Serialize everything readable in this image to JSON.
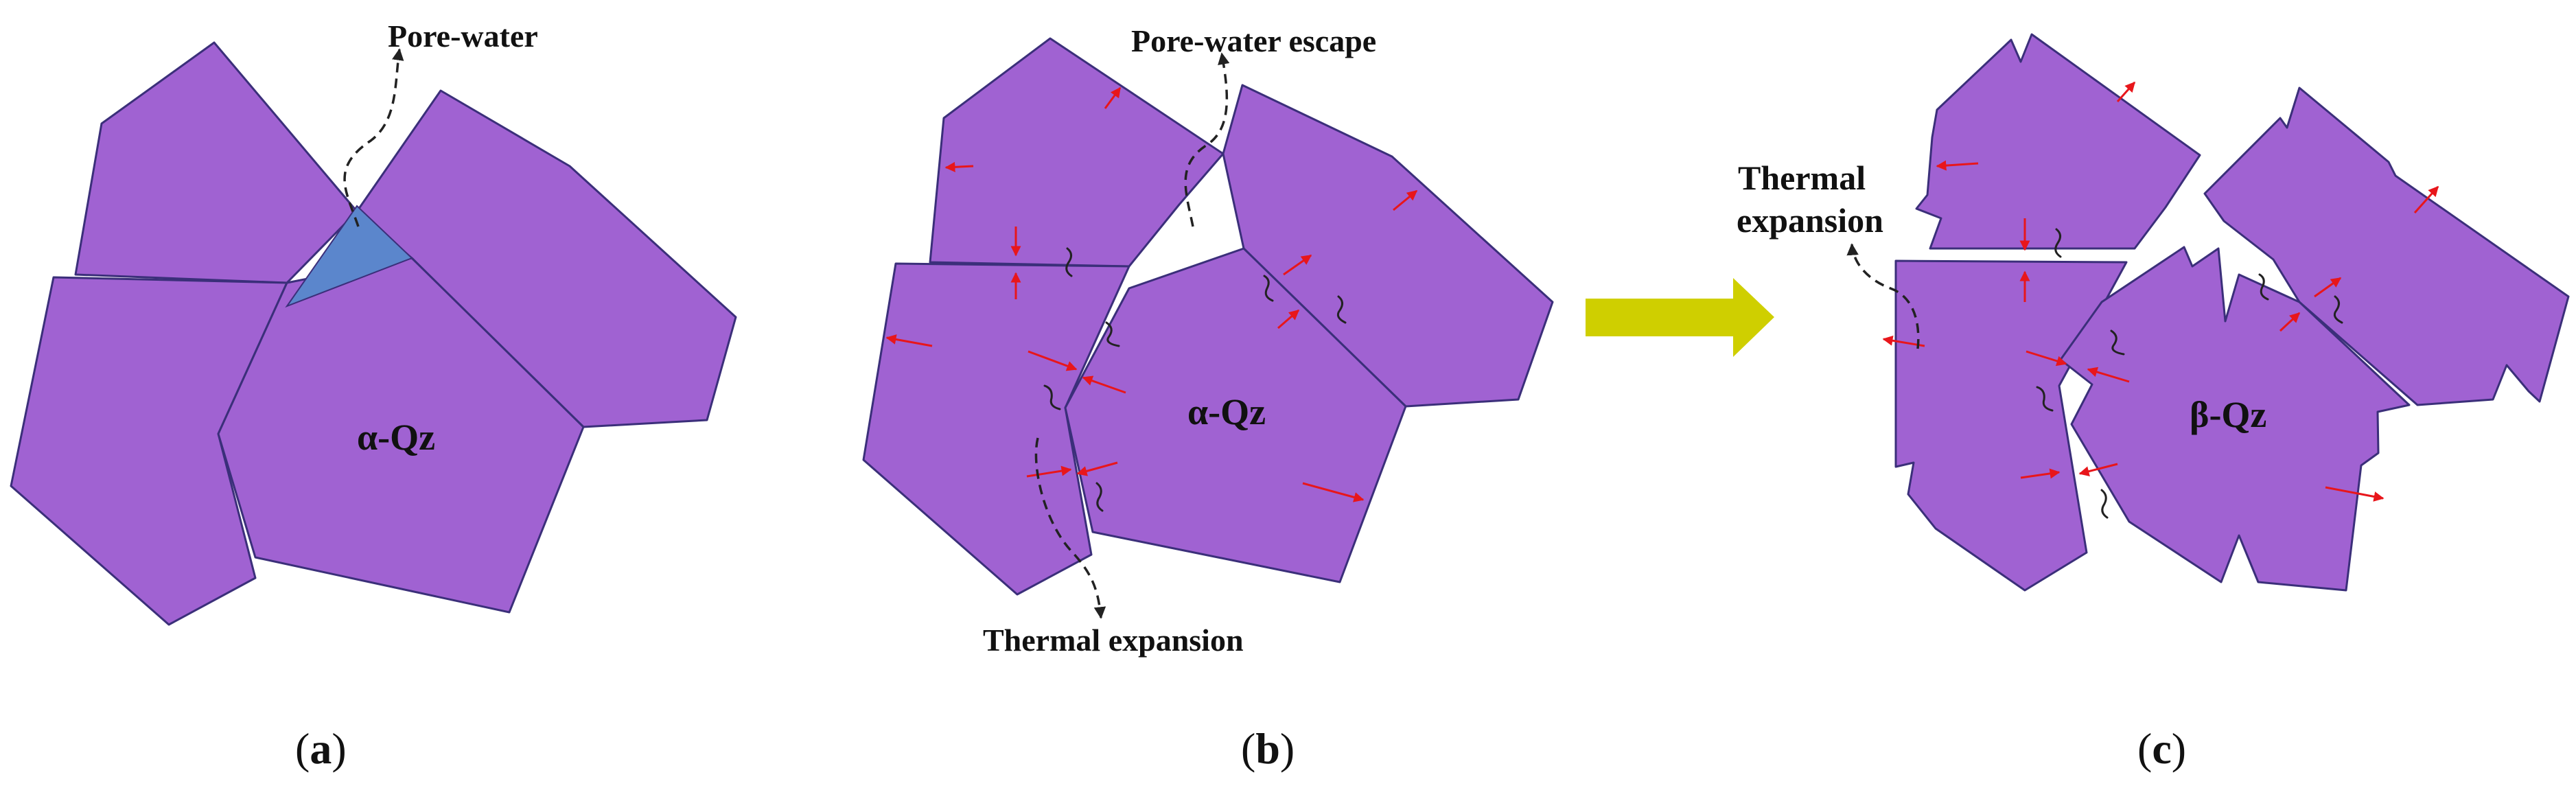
{
  "colors": {
    "grain": "#a062d2",
    "pore_water": "#5b86cc",
    "stress_arrow": "#e8161b",
    "transition_arrow": "#cfcf00"
  },
  "panels": {
    "a": {
      "caption_open": "(",
      "caption_letter": "a",
      "caption_close": ")",
      "callout": "Pore-water",
      "mineral": "α-Qz"
    },
    "b": {
      "caption_open": "(",
      "caption_letter": "b",
      "caption_close": ")",
      "callout_top": "Pore-water escape",
      "callout_bottom": "Thermal expansion",
      "mineral": "α-Qz"
    },
    "c": {
      "caption_open": "(",
      "caption_letter": "c",
      "caption_close": ")",
      "callout_line1": "Thermal",
      "callout_line2": "expansion",
      "mineral": "β-Qz"
    }
  },
  "icons": [
    "red-stress-arrow",
    "crack-squiggle",
    "yellow-transition-arrow"
  ]
}
